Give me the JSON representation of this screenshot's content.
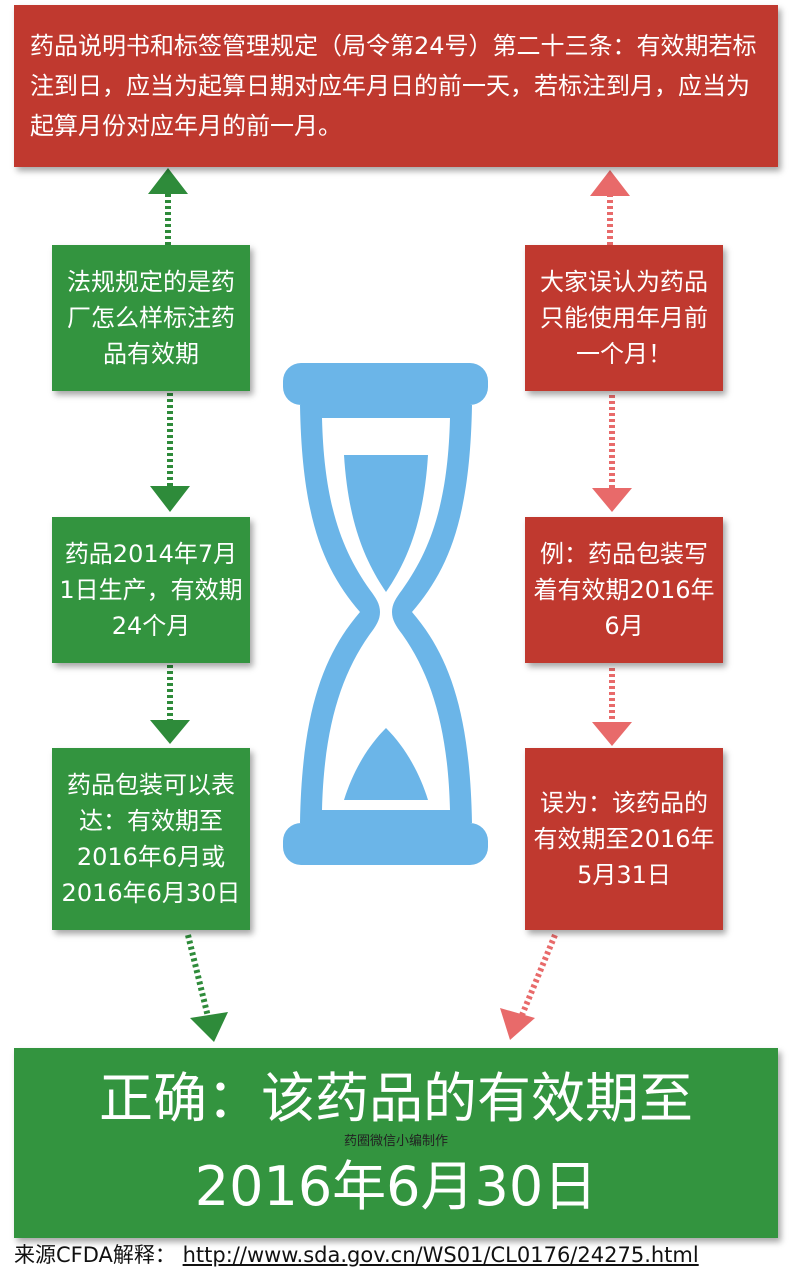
{
  "top_box": {
    "text": "药品说明书和标签管理规定（局令第24号）第二十三条：有效期若标注到日，应当为起算日期对应年月日的前一天，若标注到月，应当为起算月份对应年月的前一月。"
  },
  "left_column": {
    "box1": "法规规定的是药厂怎么样标注药品有效期",
    "box2": "药品2014年7月1日生产，有效期24个月",
    "box3": "药品包装可以表达：有效期至2016年6月或2016年6月30日"
  },
  "right_column": {
    "box1": "大家误认为药品只能使用年月前一个月！",
    "box2": "例：药品包装写着有效期2016年6月",
    "box3": "误为：该药品的有效期至2016年5月31日"
  },
  "bottom_box": {
    "line1": "正确：该药品的有效期至",
    "watermark": "药圈微信小编制作",
    "line2": "2016年6月30日"
  },
  "footer": {
    "label": "来源CFDA解释：",
    "link": "http://www.sda.gov.cn/WS01/CL0176/24275.html"
  },
  "colors": {
    "red": "#c0392f",
    "green": "#33943f",
    "hourglass": "#6bb5e8",
    "green_arrow": "#2e8b3a",
    "red_arrow": "#e86a6a"
  },
  "icons": [
    "hourglass-icon"
  ]
}
